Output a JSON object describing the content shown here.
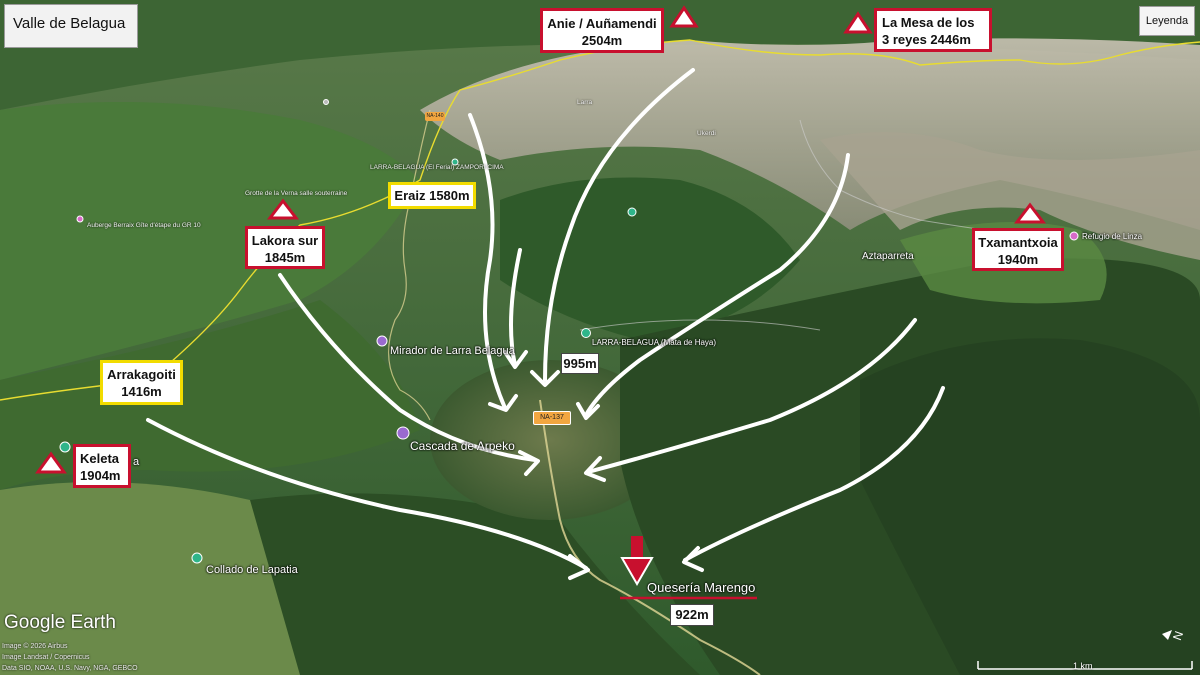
{
  "title": "Valle de Belagua",
  "legend_button": "Leyenda",
  "peaks": [
    {
      "id": "anie",
      "line1": "Anie / Auñamendi",
      "line2": "2504m"
    },
    {
      "id": "mesa",
      "line1": "La Mesa de los",
      "line2": "3 reyes 2446m"
    },
    {
      "id": "lakora",
      "line1": "Lakora sur",
      "line2": "1845m"
    },
    {
      "id": "txamantxoia",
      "line1": "Txamantxoia",
      "line2": "1940m"
    },
    {
      "id": "keleta",
      "line1": "Keleta",
      "line2": "1904m"
    }
  ],
  "passes": [
    {
      "id": "eraiz",
      "line1": "Eraiz 1580m"
    },
    {
      "id": "arrakagoiti",
      "line1": "Arrakagoiti",
      "line2": "1416m"
    }
  ],
  "valley_point": "995m",
  "destination": {
    "name": "Quesería Marengo",
    "altitude": "922m"
  },
  "places": {
    "mirador": "Mirador de Larra Belagua",
    "cascada": "Cascada de Arpeko",
    "larra": "LARRA-BELAGUA (Mata de Haya)",
    "aztaparreta": "Aztaparreta",
    "collado": "Collado de Lapatia",
    "refugio": "Refugio de Linza",
    "auberge": "Auberge Berraix Gîte d'étape du GR 10",
    "grotte": "Grotte de la Verna salle souterraine",
    "larra_top": "LARRA-BELAGUA (El Ferial) ZAMPORI CIMA",
    "keleta_partial": "a",
    "larra_dot": "Larra",
    "ukerdi": "Ukerdi"
  },
  "road": "NA-137",
  "road_small": "NA-140",
  "credits": {
    "logo": "Google Earth",
    "line1": "Image © 2026 Airbus",
    "line2": "Image Landsat / Copernicus",
    "line3": "Data SIO, NOAA, U.S. Navy, NGA, GEBCO"
  },
  "scale": "1 km",
  "colors": {
    "peak_border": "#c8102e",
    "pass_border": "#f2dc00",
    "border_line": "#e8dc30",
    "route_arrow": "#ffffff"
  }
}
